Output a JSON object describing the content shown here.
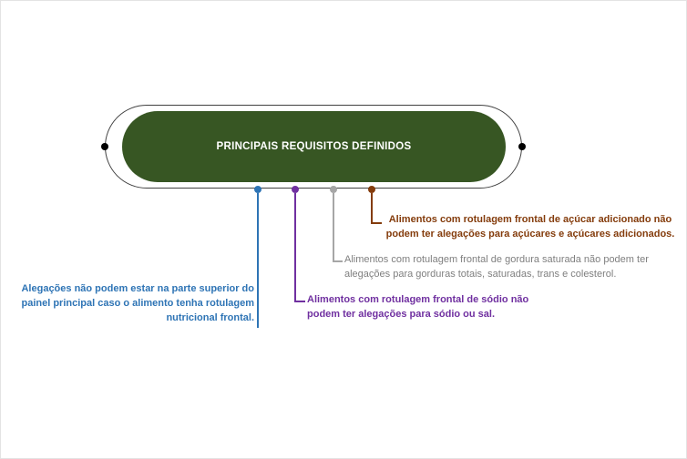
{
  "center_node": {
    "title": "PRINCIPAIS REQUISITOS DEFINIDOS"
  },
  "colors": {
    "center_fill": "#375623",
    "outline": "#404040",
    "endpoint_dot": "#000000",
    "sugar_branch": "#843C0C",
    "saturated_fat_branch": "#7F7F7F",
    "sodium_branch": "#7030A0",
    "claims_position_branch": "#2E74B5"
  },
  "branches": {
    "sugar": {
      "text": "Alimentos com rotulagem frontal de açúcar adicionado não podem ter alegações para açúcares e açúcares adicionados."
    },
    "saturated_fat": {
      "text": "Alimentos com rotulagem frontal de gordura saturada não podem ter alegações para gorduras totais, saturadas, trans e colesterol."
    },
    "sodium": {
      "text": "Alimentos com rotulagem frontal de sódio não podem ter alegações para sódio ou sal."
    },
    "claims_position": {
      "text": "Alegações não podem estar na parte superior do painel principal caso o alimento tenha rotulagem nutricional frontal."
    }
  }
}
